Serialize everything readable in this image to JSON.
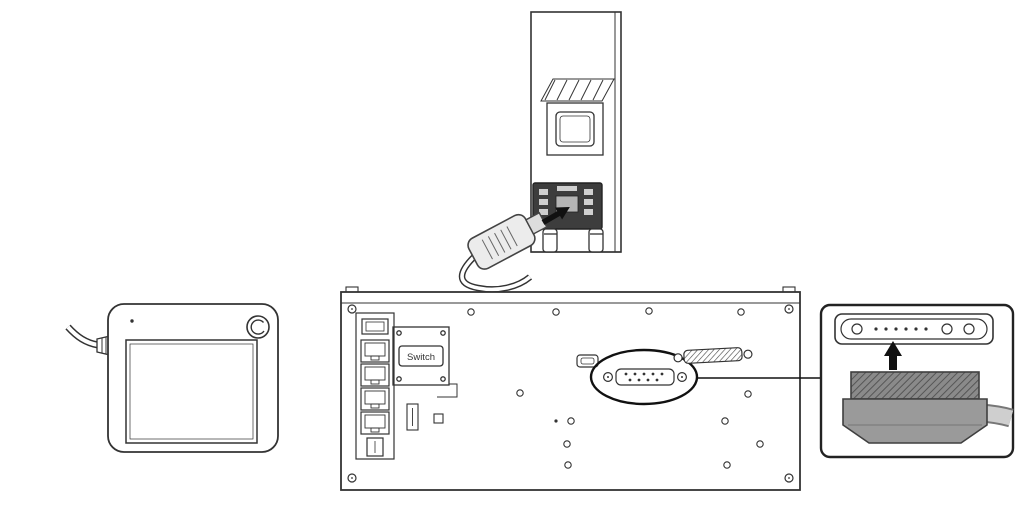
{
  "diagram": {
    "labels": {
      "switch_module": "Switch"
    },
    "colors": {
      "stroke": "#333333",
      "socket_dark": "#3d3d3d",
      "plug_body_gray": "#9a9a9a",
      "plug_ridge_gray": "#8a8a8a",
      "cable_gray": "#cfcfcf",
      "arrow_black": "#111111",
      "highlight_ellipse": "#111111"
    },
    "components": {
      "tower": "device-rear-with-connector-socket",
      "top_plug": "connector-plug-with-cable",
      "insert_arrow": "insertion-direction-arrow",
      "pendant": "handheld-pendant-with-cable",
      "rear_panel": "controller-rear-panel",
      "ethernet_port_count": 4,
      "db9_connector": "d-sub-9-connector",
      "db25_connector": "d-sub-25-connector",
      "callout": "connector-detail-inset",
      "inset_arrow": "plug-upward-arrow"
    }
  }
}
